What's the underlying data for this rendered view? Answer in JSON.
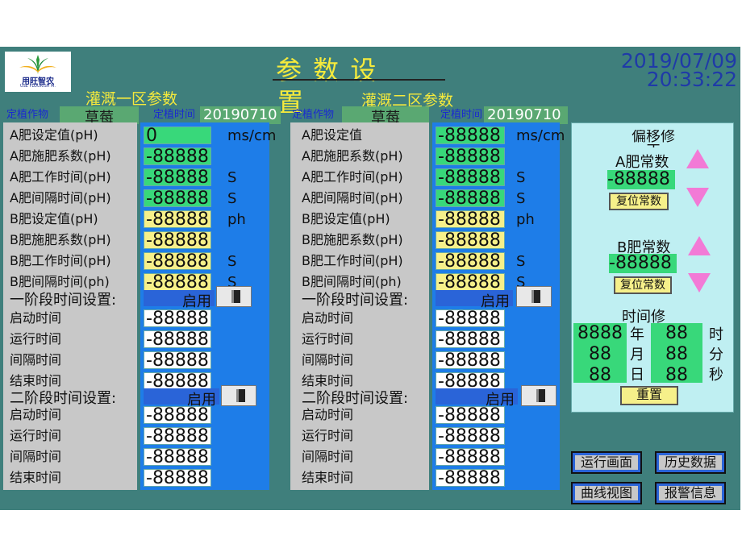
{
  "header": {
    "logo_cn": "用旺智农",
    "logo_en": "USE FLOURISH M.",
    "title_line1": "参  数  设",
    "title_line2": "置",
    "date": "2019/07/09",
    "time": "20:33:22"
  },
  "zones": [
    {
      "title": "灌溉一区参数",
      "crop_label": "定植作物",
      "crop_value": "草莓",
      "date_label": "定植时间",
      "date_value": "20190710",
      "params": [
        {
          "label": "A肥设定值(pH)",
          "value": "0",
          "unit": "ms/cm",
          "color": "green"
        },
        {
          "label": "A肥施肥系数(pH)",
          "value": "-88888",
          "unit": "",
          "color": "green"
        },
        {
          "label": "A肥工作时间(pH)",
          "value": "-88888",
          "unit": "S",
          "color": "green"
        },
        {
          "label": "A肥间隔时间(pH)",
          "value": "-88888",
          "unit": "S",
          "color": "green"
        },
        {
          "label": "B肥设定值(pH)",
          "value": "-88888",
          "unit": "ph",
          "color": "yellow"
        },
        {
          "label": "B肥施肥系数(pH)",
          "value": "-88888",
          "unit": "",
          "color": "yellow"
        },
        {
          "label": "B肥工作时间(pH)",
          "value": "-88888",
          "unit": "S",
          "color": "yellow"
        },
        {
          "label": "B肥间隔时间(ph)",
          "value": "-88888",
          "unit": "S",
          "color": "yellow"
        }
      ],
      "stage1": {
        "title": "一阶段时间设置:",
        "enable": "启用",
        "rows": [
          {
            "label": "启动时间",
            "value": "-88888"
          },
          {
            "label": "运行时间",
            "value": "-88888"
          },
          {
            "label": "间隔时间",
            "value": "-88888"
          },
          {
            "label": "结束时间",
            "value": "-88888"
          }
        ]
      },
      "stage2": {
        "title": "二阶段时间设置:",
        "enable": "启用",
        "rows": [
          {
            "label": "启动时间",
            "value": "-88888"
          },
          {
            "label": "运行时间",
            "value": "-88888"
          },
          {
            "label": "间隔时间",
            "value": "-88888"
          },
          {
            "label": "结束时间",
            "value": "-88888"
          }
        ]
      }
    },
    {
      "title": "灌溉二区参数",
      "crop_label": "定植作物",
      "crop_value": "草莓",
      "date_label": "定植时间",
      "date_value": "20190710",
      "params": [
        {
          "label": "A肥设定值",
          "value": "-88888",
          "unit": "ms/cm",
          "color": "green"
        },
        {
          "label": "A肥施肥系数(pH)",
          "value": "-88888",
          "unit": "",
          "color": "green"
        },
        {
          "label": "A肥工作时间(pH)",
          "value": "-88888",
          "unit": "S",
          "color": "green"
        },
        {
          "label": "A肥间隔时间(pH)",
          "value": "-88888",
          "unit": "S",
          "color": "green"
        },
        {
          "label": "B肥设定值(pH)",
          "value": "-88888",
          "unit": "ph",
          "color": "yellow"
        },
        {
          "label": "B肥施肥系数(pH)",
          "value": "-88888",
          "unit": "",
          "color": "yellow"
        },
        {
          "label": "B肥工作时间(pH)",
          "value": "-88888",
          "unit": "S",
          "color": "yellow"
        },
        {
          "label": "B肥间隔时间(ph)",
          "value": "-88888",
          "unit": "S",
          "color": "yellow"
        }
      ],
      "stage1": {
        "title": "一阶段时间设置:",
        "enable": "启用",
        "rows": [
          {
            "label": "启动时间",
            "value": "-88888"
          },
          {
            "label": "运行时间",
            "value": "-88888"
          },
          {
            "label": "间隔时间",
            "value": "-88888"
          },
          {
            "label": "结束时间",
            "value": "-88888"
          }
        ]
      },
      "stage2": {
        "title": "二阶段时间设置:",
        "enable": "启用",
        "rows": [
          {
            "label": "启动时间",
            "value": "-88888"
          },
          {
            "label": "运行时间",
            "value": "-88888"
          },
          {
            "label": "间隔时间",
            "value": "-88888"
          },
          {
            "label": "结束时间",
            "value": "-88888"
          }
        ]
      }
    }
  ],
  "offset": {
    "title": "偏移修正",
    "a_label": "A肥常数",
    "a_value": "-88888",
    "a_reset": "复位常数",
    "b_label": "B肥常数",
    "b_value": "-88888",
    "b_reset": "复位常数"
  },
  "time_adjust": {
    "title": "时间修",
    "year_value": "8888",
    "year_label": "年",
    "month_value": "88",
    "month_label": "月",
    "day_value": "88",
    "day_label": "日",
    "hour_value": "88",
    "hour_label": "时",
    "minute_value": "88",
    "minute_label": "分",
    "second_value": "88",
    "second_label": "秒",
    "reset": "重置"
  },
  "nav": {
    "run": "运行画面",
    "history": "历史数据",
    "curve": "曲线视图",
    "alarm": "报警信息"
  }
}
